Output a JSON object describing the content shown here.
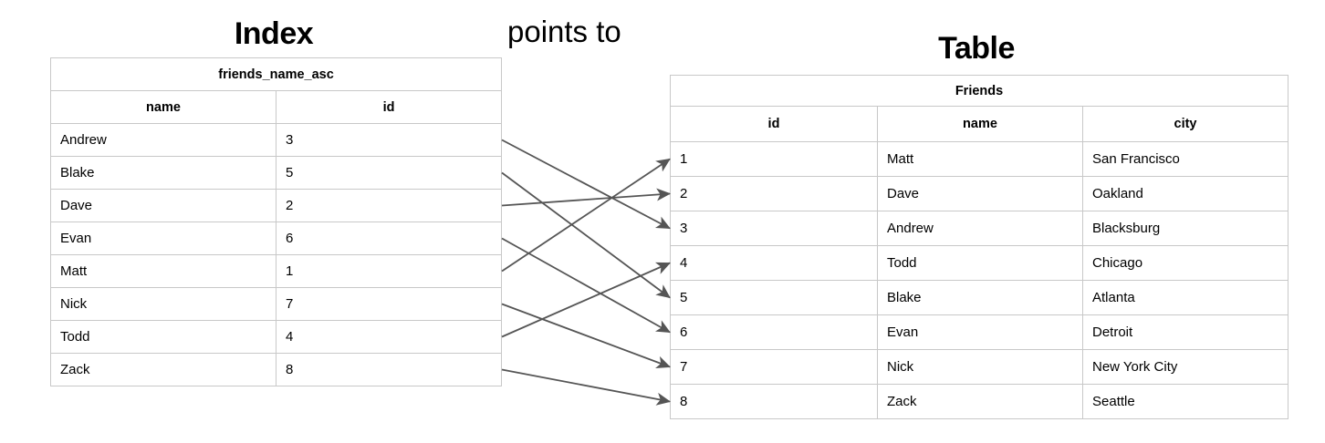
{
  "diagram": {
    "left_title": "Index",
    "right_title": "Table",
    "relation_label": "points to"
  },
  "index_table": {
    "name": "friends_name_asc",
    "columns": [
      "name",
      "id"
    ],
    "rows": [
      {
        "name": "Andrew",
        "id": "3"
      },
      {
        "name": "Blake",
        "id": "5"
      },
      {
        "name": "Dave",
        "id": "2"
      },
      {
        "name": "Evan",
        "id": "6"
      },
      {
        "name": "Matt",
        "id": "1"
      },
      {
        "name": "Nick",
        "id": "7"
      },
      {
        "name": "Todd",
        "id": "4"
      },
      {
        "name": "Zack",
        "id": "8"
      }
    ]
  },
  "friends_table": {
    "name": "Friends",
    "columns": [
      "id",
      "name",
      "city"
    ],
    "rows": [
      {
        "id": "1",
        "name": "Matt",
        "city": "San Francisco"
      },
      {
        "id": "2",
        "name": "Dave",
        "city": "Oakland"
      },
      {
        "id": "3",
        "name": "Andrew",
        "city": "Blacksburg"
      },
      {
        "id": "4",
        "name": "Todd",
        "city": "Chicago"
      },
      {
        "id": "5",
        "name": "Blake",
        "city": "Atlanta"
      },
      {
        "id": "6",
        "name": "Evan",
        "city": "Detroit"
      },
      {
        "id": "7",
        "name": "Nick",
        "city": "New York City"
      },
      {
        "id": "8",
        "name": "Zack",
        "city": "Seattle"
      }
    ]
  },
  "mapping": {
    "description": "each index row points to the Friends row with the matching id",
    "links": [
      {
        "from_index_row": 0,
        "from_name": "Andrew",
        "to_friends_id": "3"
      },
      {
        "from_index_row": 1,
        "from_name": "Blake",
        "to_friends_id": "5"
      },
      {
        "from_index_row": 2,
        "from_name": "Dave",
        "to_friends_id": "2"
      },
      {
        "from_index_row": 3,
        "from_name": "Evan",
        "to_friends_id": "6"
      },
      {
        "from_index_row": 4,
        "from_name": "Matt",
        "to_friends_id": "1"
      },
      {
        "from_index_row": 5,
        "from_name": "Nick",
        "to_friends_id": "7"
      },
      {
        "from_index_row": 6,
        "from_name": "Todd",
        "to_friends_id": "4"
      },
      {
        "from_index_row": 7,
        "from_name": "Zack",
        "to_friends_id": "8"
      }
    ]
  },
  "colors": {
    "border": "#c8c8c8",
    "arrow": "#555555",
    "text": "#000000",
    "background": "#ffffff"
  }
}
